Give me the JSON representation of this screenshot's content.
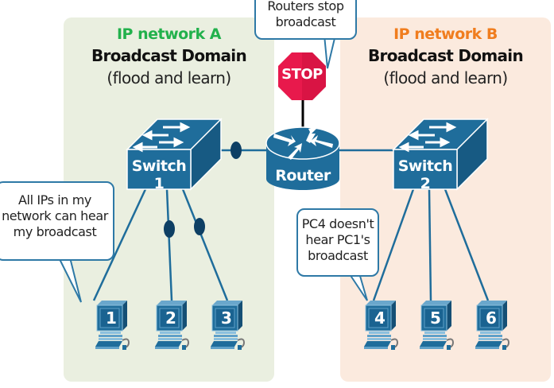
{
  "colors": {
    "zone_a_bg": "#eaefe0",
    "zone_b_bg": "#fbeade",
    "zone_a_title": "#22b14c",
    "zone_b_title": "#f07d1e",
    "device_blue": "#1f6d9b",
    "dot": "#0e3f64",
    "stop_red": "#e11d48"
  },
  "zone_a": {
    "title": "IP network A",
    "subtitle": "Broadcast Domain",
    "note": "(flood and learn)"
  },
  "zone_b": {
    "title": "IP network B",
    "subtitle": "Broadcast Domain",
    "note": "(flood and learn)"
  },
  "devices": {
    "switch1": "Switch 1",
    "switch2": "Switch 2",
    "router": "Router",
    "stop_sign": "STOP"
  },
  "pcs": [
    "1",
    "2",
    "3",
    "4",
    "5",
    "6"
  ],
  "callouts": {
    "router": [
      "Routers stop",
      "broadcast"
    ],
    "pc1": [
      "All IPs in my",
      "network can hear",
      "my broadcast"
    ],
    "pc4": [
      "PC4 doesn't",
      "hear PC1's",
      "broadcast"
    ]
  }
}
